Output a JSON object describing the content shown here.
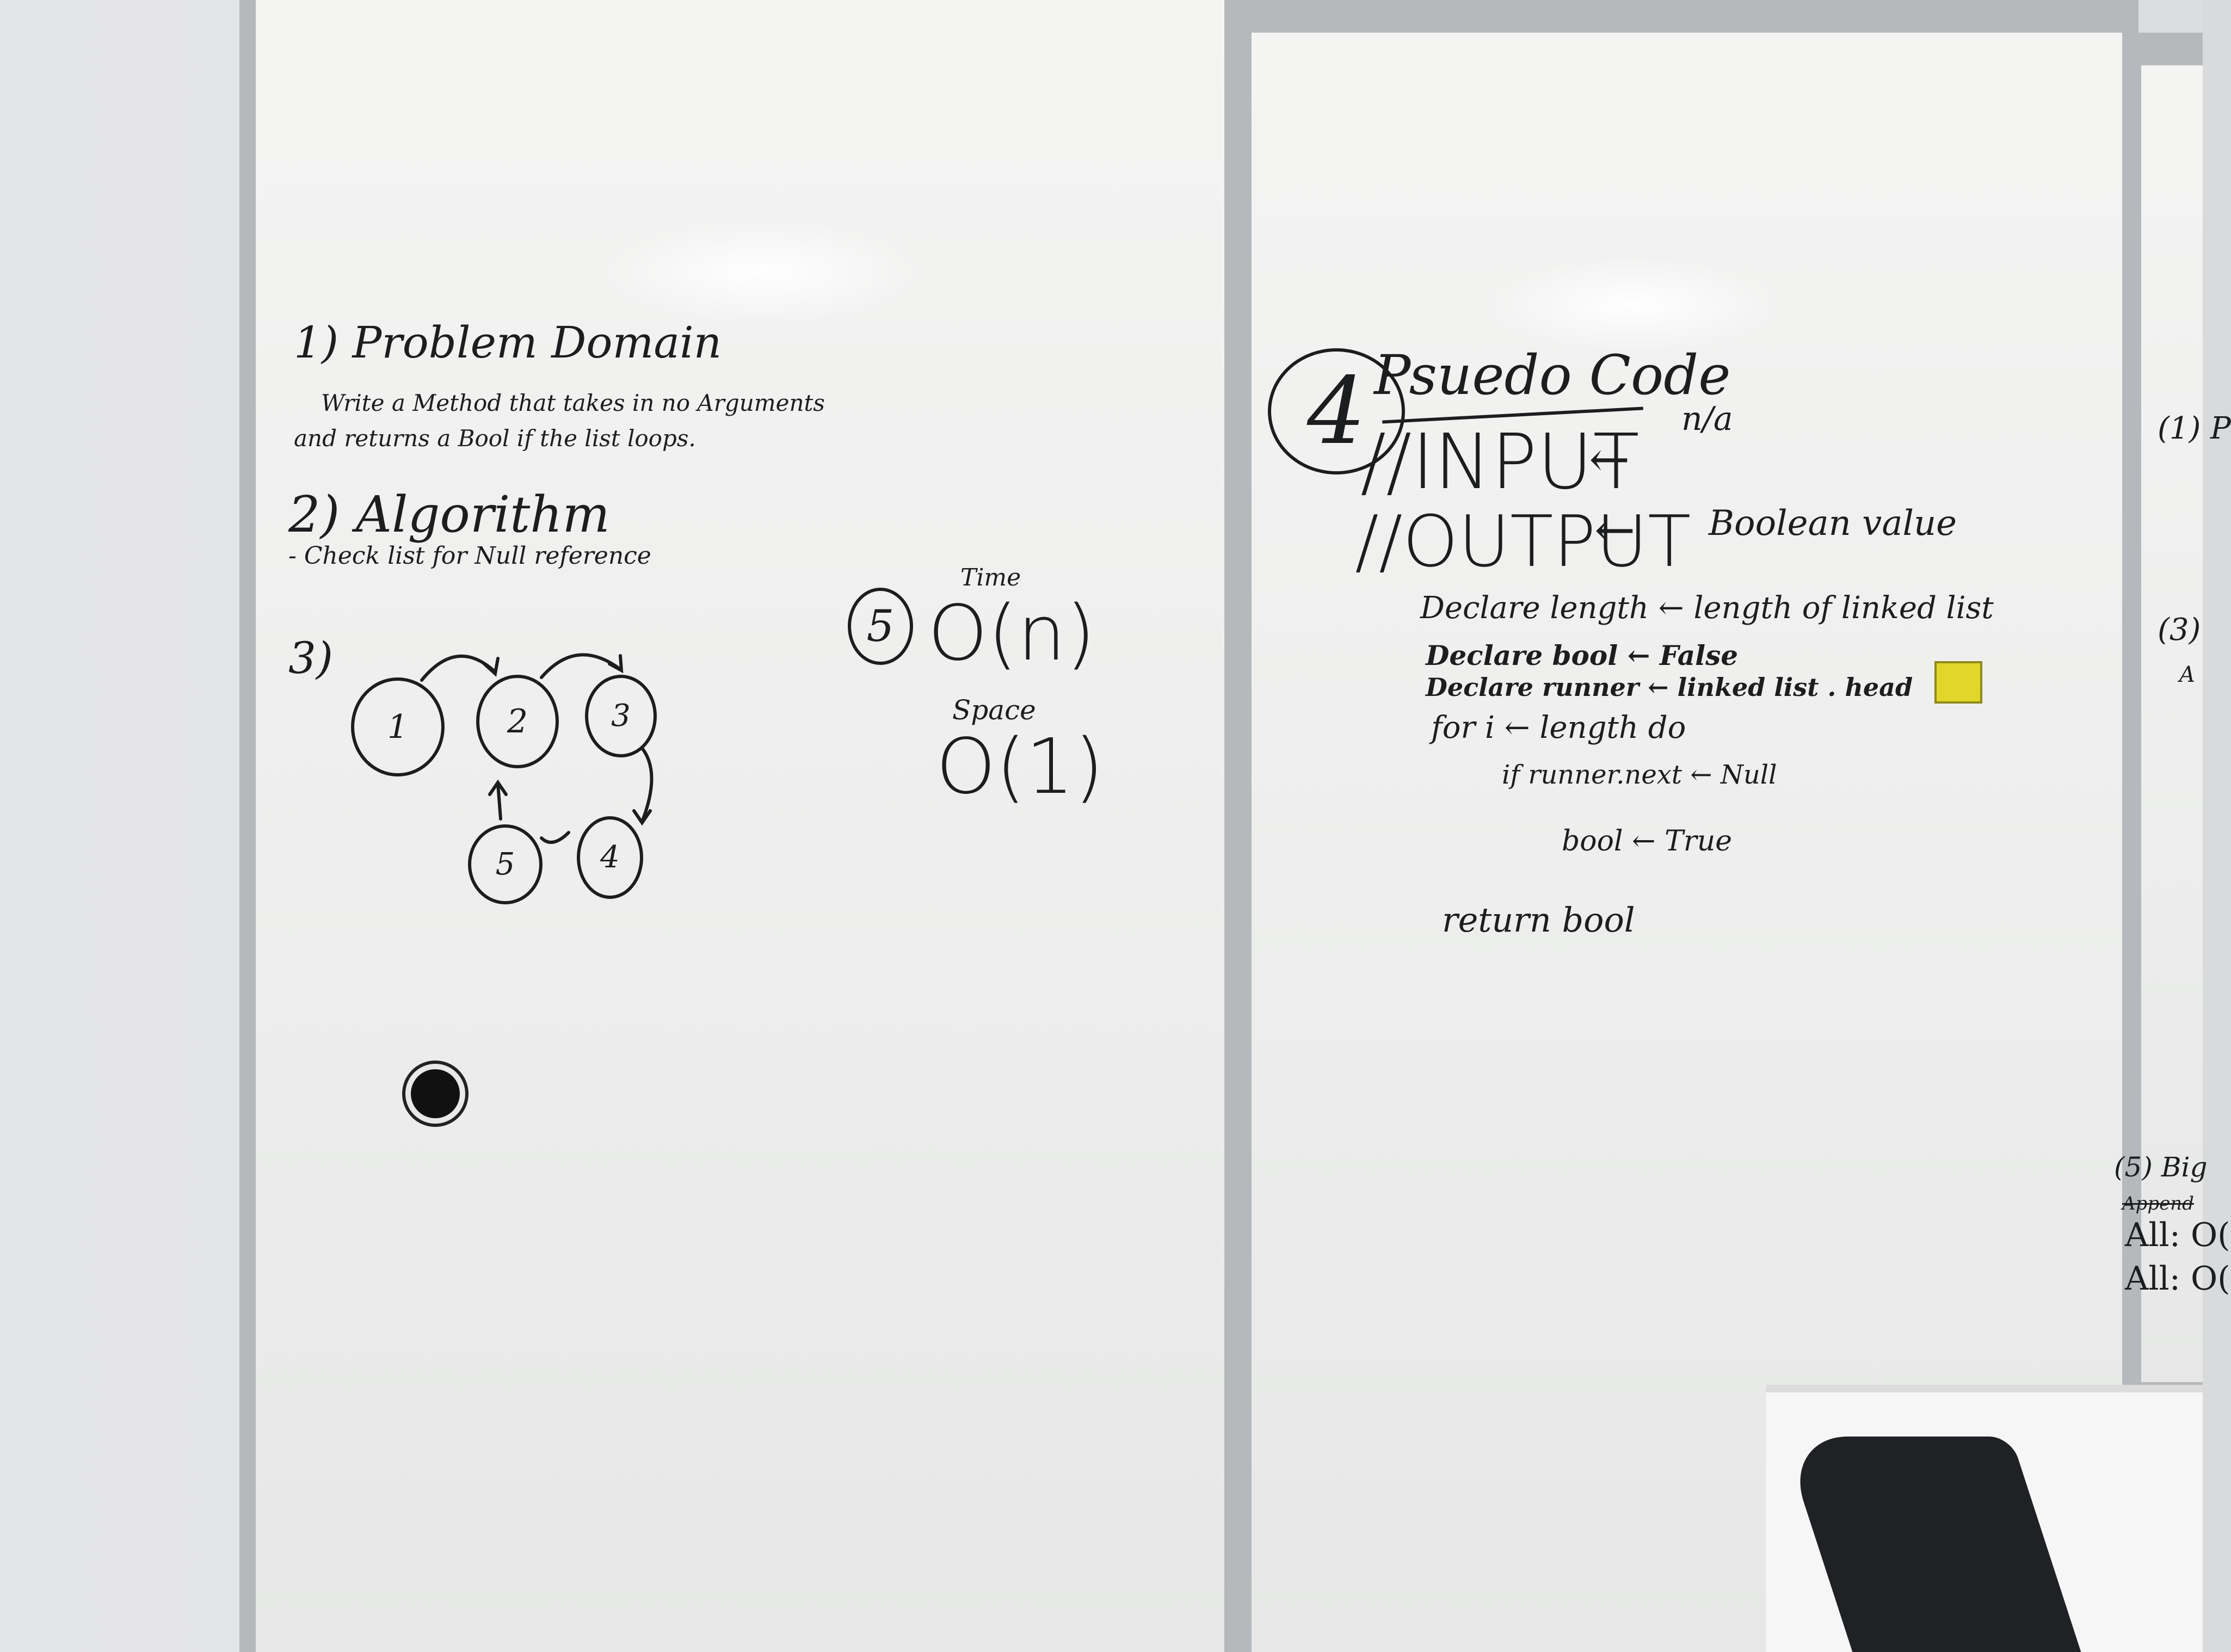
{
  "left_board": {
    "section1": {
      "heading": "1) Problem Domain",
      "line1": "Write a Method that takes in no Arguments",
      "line2": "and returns a Bool if the list loops."
    },
    "section2": {
      "heading": "2) Algorithm",
      "line1": "- Check list for Null reference"
    },
    "section3": {
      "heading": "3)",
      "nodes": [
        "1",
        "2",
        "3",
        "4",
        "5"
      ]
    },
    "section5": {
      "number": "5",
      "time_label": "Time",
      "time_value": "O(n)",
      "space_label": "Space",
      "space_value": "O(1)"
    }
  },
  "middle_board": {
    "section4": {
      "number": "4",
      "heading": "Psuedo Code",
      "input_line": "//INPUT",
      "input_value": "n/a",
      "output_line": "//OUTPUT",
      "output_value": "Boolean value",
      "code_lines": [
        "Declare length ← length of linked list",
        "Declare bool ← False",
        "Declare runner ← linked list . head",
        "for i ← length do",
        "if runner.next ← Null",
        "bool ← True",
        "return bool"
      ]
    }
  },
  "right_board": {
    "partial": [
      "(1) P",
      "(3)",
      "A",
      "(5) Big",
      "Append",
      "All: O(",
      "All: O("
    ]
  },
  "icons": [
    "wall-knob-icon",
    "magnet-icon",
    "arrow-icon"
  ]
}
